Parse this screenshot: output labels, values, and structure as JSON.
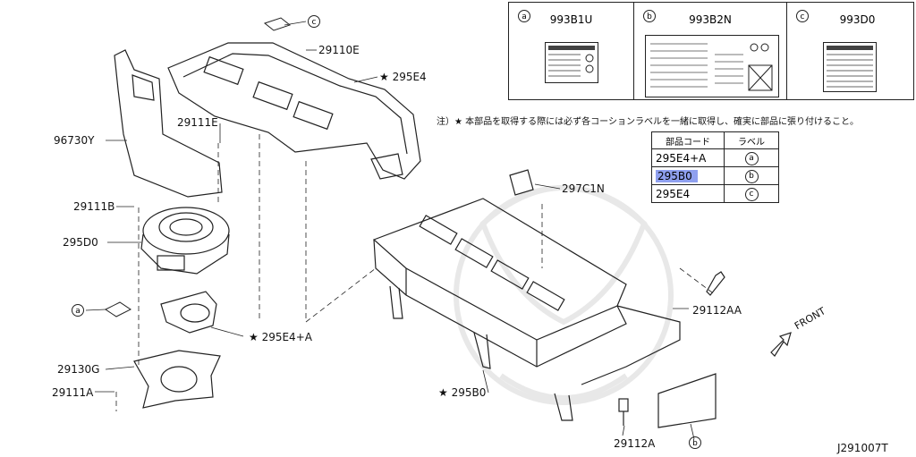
{
  "labels": {
    "p29110E": "29110E",
    "p295E4": "★ 295E4",
    "p29111E": "29111E",
    "p96730Y": "96730Y",
    "p29111B": "29111B",
    "p295D0": "295D0",
    "p295E4A": "★ 295E4+A",
    "p29130G": "29130G",
    "p29111A": "29111A",
    "p297C1N": "297C1N",
    "p29112AA": "29112AA",
    "p295B0": "★ 295B0",
    "p29112A": "29112A",
    "front": "FRONT",
    "diagram_id": "J291007T"
  },
  "markers": {
    "a": "a",
    "b": "b",
    "c": "c"
  },
  "label_panels": [
    {
      "marker": "a",
      "code": "993B1U"
    },
    {
      "marker": "b",
      "code": "993B2N"
    },
    {
      "marker": "c",
      "code": "993D0"
    }
  ],
  "note": "注）★ 本部品を取得する際には必ず各コーションラベルを一緒に取得し、確実に部品に張り付けること。",
  "parts_table": {
    "headers": [
      "部品コード",
      "ラベル"
    ],
    "rows": [
      {
        "code": "295E4+A",
        "label": "a",
        "highlighted": false
      },
      {
        "code": "295B0",
        "label": "b",
        "highlighted": true
      },
      {
        "code": "295E4",
        "label": "c",
        "highlighted": false
      }
    ]
  },
  "colors": {
    "line": "#222222",
    "highlight": "#8fa0ef",
    "watermark": "#e6e6e6"
  }
}
